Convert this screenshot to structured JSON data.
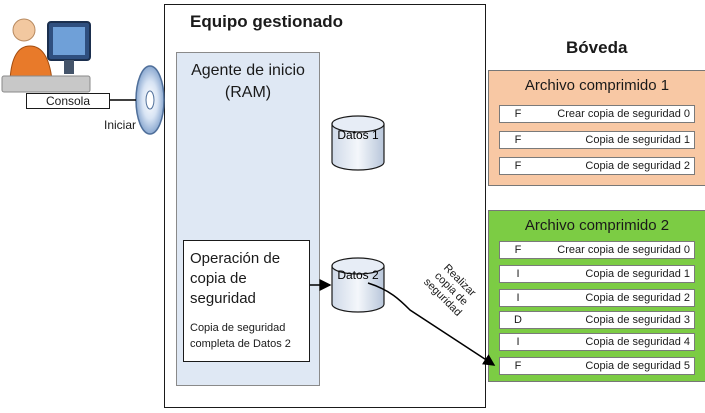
{
  "machine": {
    "title": "Equipo gestionado",
    "agent": {
      "title_line1": "Agente de inicio",
      "title_line2": "(RAM)"
    },
    "operation": {
      "title_line1": "Operación de",
      "title_line2": "copia de",
      "title_line3": "seguridad",
      "desc_line1": "Copia de seguridad",
      "desc_line2": "completa de Datos 2"
    },
    "disks": {
      "data1": "Datos 1",
      "data2": "Datos 2"
    }
  },
  "console": {
    "label": "Consola",
    "start_label": "Iniciar"
  },
  "arrow_label": {
    "line1": "Realizar",
    "line2": "copia de",
    "line3": "seguridad"
  },
  "vault": {
    "title": "Bóveda",
    "archives": [
      {
        "title": "Archivo comprimido 1",
        "color": "#f8c8a4",
        "rows": [
          {
            "type": "F",
            "label": "Crear copia de seguridad 0"
          },
          {
            "type": "F",
            "label": "Copia de seguridad 1"
          },
          {
            "type": "F",
            "label": "Copia de seguridad 2"
          }
        ]
      },
      {
        "title": "Archivo comprimido 2",
        "color": "#7ccc44",
        "rows": [
          {
            "type": "F",
            "label": "Crear copia de seguridad 0"
          },
          {
            "type": "I",
            "label": "Copia de seguridad 1"
          },
          {
            "type": "I",
            "label": "Copia de seguridad 2"
          },
          {
            "type": "D",
            "label": "Copia de seguridad 3"
          },
          {
            "type": "I",
            "label": "Copia de seguridad 4"
          },
          {
            "type": "F",
            "label": "Copia de seguridad 5"
          }
        ]
      }
    ]
  },
  "icons": {
    "user": "user-at-computer-icon",
    "disc": "cd-disc-icon",
    "disk": "database-cylinder-icon"
  }
}
